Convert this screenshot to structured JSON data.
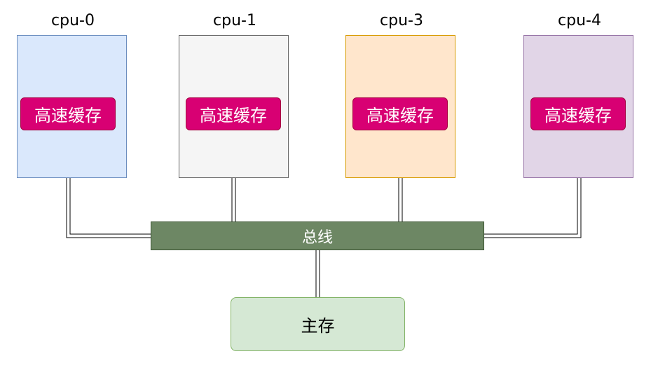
{
  "cpus": [
    {
      "label": "cpu-0",
      "cache_label": "高速缓存",
      "fill": "#dae8fc",
      "stroke": "#6c8ebf"
    },
    {
      "label": "cpu-1",
      "cache_label": "高速缓存",
      "fill": "#f5f5f5",
      "stroke": "#666666"
    },
    {
      "label": "cpu-3",
      "cache_label": "高速缓存",
      "fill": "#ffe6cc",
      "stroke": "#d79b00"
    },
    {
      "label": "cpu-4",
      "cache_label": "高速缓存",
      "fill": "#e1d5e7",
      "stroke": "#9673a6"
    }
  ],
  "bus": {
    "label": "总线",
    "fill": "#6d8764"
  },
  "memory": {
    "label": "主存",
    "fill": "#d5e8d4"
  },
  "colors": {
    "cache_fill": "#d80073",
    "connector": "#000000"
  }
}
